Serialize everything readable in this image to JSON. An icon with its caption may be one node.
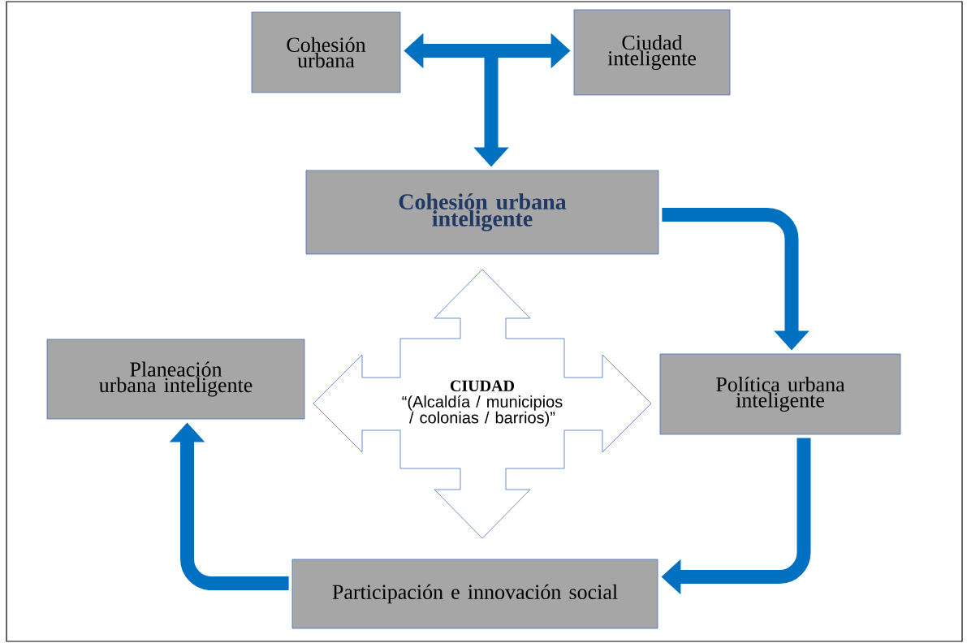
{
  "diagram": {
    "nodes": [
      {
        "text": [
          "Cohesión urbana"
        ]
      },
      {
        "text": [
          "Ciudad inteligente"
        ]
      },
      {
        "text": [
          "Cohesión urbana inteligente"
        ]
      },
      {
        "text": [
          "Planeación urbana inteligente"
        ]
      },
      {
        "text": [
          "CIUDAD",
          "“(Alcaldía / municipios / colonias / barrios)”"
        ]
      },
      {
        "text": [
          "Política urbana inteligente"
        ]
      },
      {
        "text": [
          "Participación e innovación social"
        ]
      }
    ],
    "edges": [
      {
        "from": 0,
        "to": 1,
        "arrow": "both"
      },
      {
        "from": null,
        "to": 2,
        "arrow": "to"
      },
      {
        "from": 2,
        "to": 5,
        "arrow": "to"
      },
      {
        "from": 5,
        "to": 6,
        "arrow": "to"
      },
      {
        "from": 6,
        "to": 3,
        "arrow": "to"
      }
    ]
  }
}
